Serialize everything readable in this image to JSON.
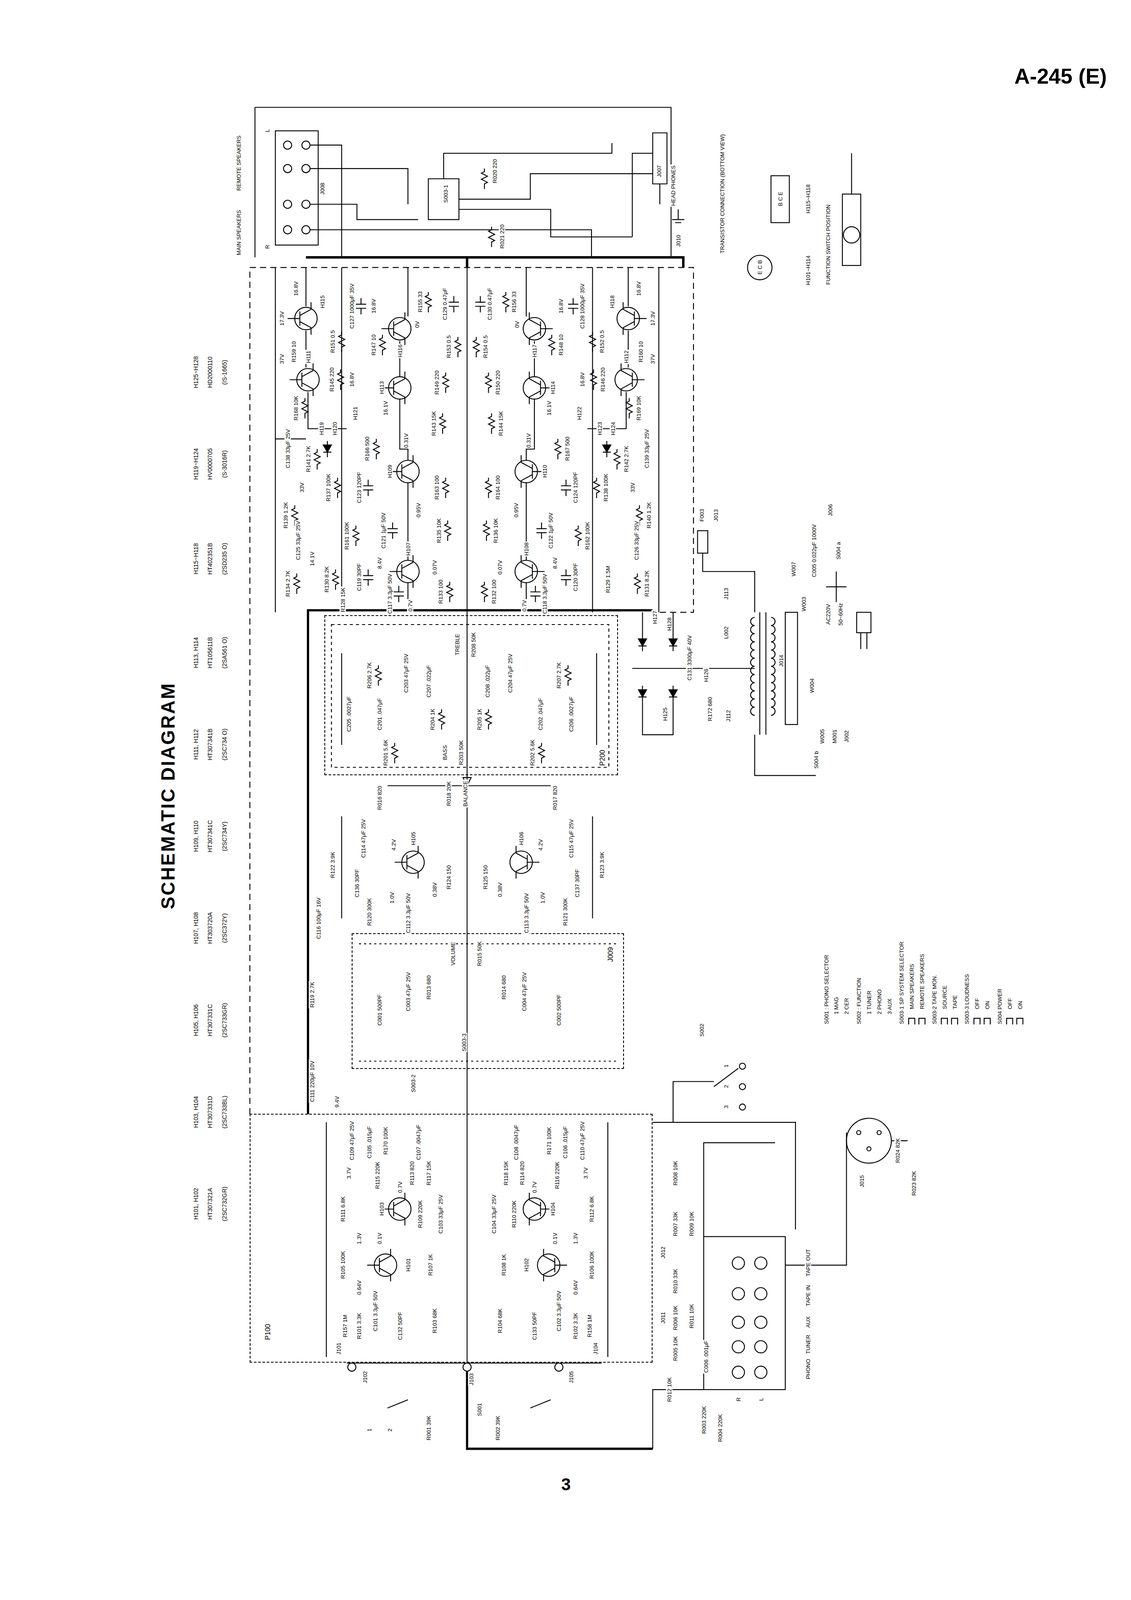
{
  "diagram": {
    "title": "SCHEMATIC DIAGRAM",
    "nodes": [
      {
        "text": [
          "P100"
        ]
      },
      {
        "text": [
          "P200"
        ]
      },
      {
        "text": [
          "J009"
        ]
      }
    ],
    "labels": [
      "A-245 (E)",
      "3",
      "H125~H128",
      "HD2000110",
      "(IS-1665)",
      "H119~H124",
      "HV0000705",
      "(S-3016R)",
      "H115~H118",
      "HT402351B",
      "(2SD235 O)",
      "H113, H114",
      "HT105611B",
      "(2SA561 O)",
      "H111, H112",
      "HT307341B",
      "(2SC734 O)",
      "H109, H110",
      "HT307341C",
      "(2SC734Y)",
      "H107, H108",
      "HT303720A",
      "(2SC372Y)",
      "H105, H106",
      "HT307331C",
      "(2SC733GR)",
      "H103, H104",
      "HT307331D",
      "(2SC733BL)",
      "H101, H102",
      "HT307321A",
      "(2SC732GR)",
      "REMOTE SPEAKERS",
      "MAIN SPEAKERS",
      "R",
      "L",
      "J008",
      "S003-1",
      "R020 220",
      "R021 220",
      "J007",
      "HEAD PHONES",
      "J010",
      "TRANSISTOR CONNECTION (BOTTOM VIEW)",
      "B C E",
      "H115~H118",
      "E C B",
      "H101~H114",
      "FUNCTION SWITCH POSITION",
      "16.8V",
      "17.3V",
      "37V",
      "R159 10",
      "R151 0.5",
      "C127 1000μF 35V",
      "16.8V",
      "R147 10",
      "0V",
      "R155 33",
      "C129 0.47μF",
      "R153 0.5",
      "R145 220",
      "16.8V",
      "R149 220",
      "R168 10K",
      "R141 2.7K",
      "C138 33μF 25V",
      "H119",
      "H120",
      "H121",
      "R166 500",
      "16.1V",
      "R143 15K",
      "0.31V",
      "33V",
      "R137 100K",
      "C123 120PF",
      "R163 100",
      "0.95V",
      "R139 1.2K",
      "C125 33μF 25V",
      "R161 100K",
      "C121 1μF 50V",
      "R135 10K",
      "14.1V",
      "R134 2.7K",
      "R130 8.2K",
      "R128 15K",
      "C119 30PF",
      "8.4V",
      "0.07V",
      "R133 100",
      "C117 3.3μF 50V",
      "0.7V",
      "H115",
      "H111",
      "H116",
      "H113",
      "H109",
      "H107",
      "16.8V",
      "17.3V",
      "37V",
      "R160 10",
      "R152 0.5",
      "C128 1000μF 35V",
      "16.8V",
      "R148 10",
      "0V",
      "R156 33",
      "C130 0.47μF",
      "R154 0.5",
      "R146 220",
      "16.8V",
      "R150 220",
      "R169 10K",
      "R142 2.7K",
      "C139 33μF 25V",
      "H124",
      "H123",
      "H122",
      "R167 500",
      "16.1V",
      "R144 15K",
      "0.31V",
      "33V",
      "R138 100K",
      "C124 120PF",
      "R164 100",
      "0.95V",
      "R140 1.2K",
      "C126 33μF 25V",
      "R162 100K",
      "C122 1μF 50V",
      "R136 10K",
      "R131 8.2K",
      "R129 1.5M",
      "C120 30PF",
      "8.4V",
      "0.07V",
      "R132 100",
      "C118 3.3μF 50V",
      "0.7V",
      "H118",
      "H112",
      "H117",
      "H114",
      "H110",
      "H108",
      "R208 50K",
      "TREBLE",
      "R206 2.7K",
      "C203 47μF 25V",
      "C205 .0027μF",
      "C201 .047μF",
      "C207 .022μF",
      "R204 1K",
      "C208 .022μF",
      "R205 1K",
      "C204 47μF 25V",
      "R207 2.7K",
      "C202 .047μF",
      "C206 .0027μF",
      "R201 5.6K",
      "R202 5.6K",
      "BASS",
      "R203 50K",
      "R016 820",
      "R018 20K",
      "BALANCE",
      "R017 820",
      "C114 47μF 25V",
      "R122 3.9K",
      "C136 30PF",
      "4.2V",
      "H105",
      "R120 300K",
      "1.0V",
      "0.38V",
      "R124 150",
      "C112 3.3μF 50V",
      "C115 47μF 25V",
      "R123 3.9K",
      "C137 30PF",
      "4.2V",
      "H106",
      "R121 300K",
      "1.0V",
      "0.38V",
      "R125 150",
      "C113 3.3μF 50V",
      "C116 100μF 16V",
      "R119 2.7K",
      "C111 220μF 10V",
      "9.4V",
      "VOLUME",
      "R015 50K",
      "C003 47μF 25V",
      "R013 680",
      "R014 680",
      "C004 47μF 25V",
      "C001 500PF",
      "C002 500PF",
      "S003-3",
      "S003-2",
      "C109 47μF 25V",
      "C105 .015μF",
      "R170 100K",
      "C107 .0047μF",
      "3.7V",
      "R115 220K",
      "R113 820",
      "R117 15K",
      "0.7V",
      "H103",
      "R109 220K",
      "C103 33μF 25V",
      "R111 6.8K",
      "1.3V",
      "0.1V",
      "R105 100K",
      "H101",
      "R107 1K",
      "0.64V",
      "C101 3.3μF 50V",
      "R101 3.3K",
      "R157 1M",
      "C132 50PF",
      "R103 68K",
      "C110 47μF 25V",
      "C106 .015μF",
      "R171 100K",
      "C108 .0047μF",
      "3.7V",
      "R116 220K",
      "R114 820",
      "R118 15K",
      "0.7V",
      "H104",
      "R110 220K",
      "C104 33μF 25V",
      "R112 6.8K",
      "1.3V",
      "0.1V",
      "R106 100K",
      "H102",
      "R108 1K",
      "0.64V",
      "C102 3.3μF 50V",
      "R102 3.3K",
      "R158 1M",
      "C133 50PF",
      "R104 68K",
      "J101",
      "J102",
      "J103",
      "J104",
      "J105",
      "S001",
      "R001 39K",
      "R002 39K",
      "1",
      "2",
      "J012",
      "J011",
      "R008 10K",
      "R007 33K",
      "R009 10K",
      "R010 33K",
      "R006 10K",
      "R011 10K",
      "R005 10K",
      "C006 .001μF",
      "R012 10K",
      "R003 220K",
      "R004 220K",
      "R",
      "L",
      "TAPE OUT",
      "TAPE IN",
      "AUX",
      "TUNER",
      "PHONO",
      "J015",
      "R024 82K",
      "R023 82K",
      "S002",
      "1",
      "2",
      "3",
      "F003",
      "J013",
      "J113",
      "L002",
      "H127",
      "H128",
      "C131 3300μF 40V",
      "H126",
      "H125",
      "R172 680",
      "J112",
      "W003",
      "J014",
      "W004",
      "W005",
      "S004 a",
      "J006",
      "W007",
      "C005 0.022μF 1000V",
      "AC220V",
      "50~60Hz",
      "S004 b",
      "M001",
      "J002",
      "S001 : PHONO SELECTOR",
      "1 MAG",
      "2 CER",
      "S002 : FUNCTION",
      "1 TUNER",
      "2 PHONO",
      "3 AUX",
      "S003-1 SP SYSTEM SELECTOR",
      "MAIN SPEAKERS",
      "REMOTE SPEAKERS",
      "S003-2 TAPE MON.",
      "SOURCE",
      "TAPE",
      "S003-3 LOUDNESS",
      "OFF",
      "ON",
      "S004 POWER",
      "OFF",
      "ON"
    ]
  }
}
